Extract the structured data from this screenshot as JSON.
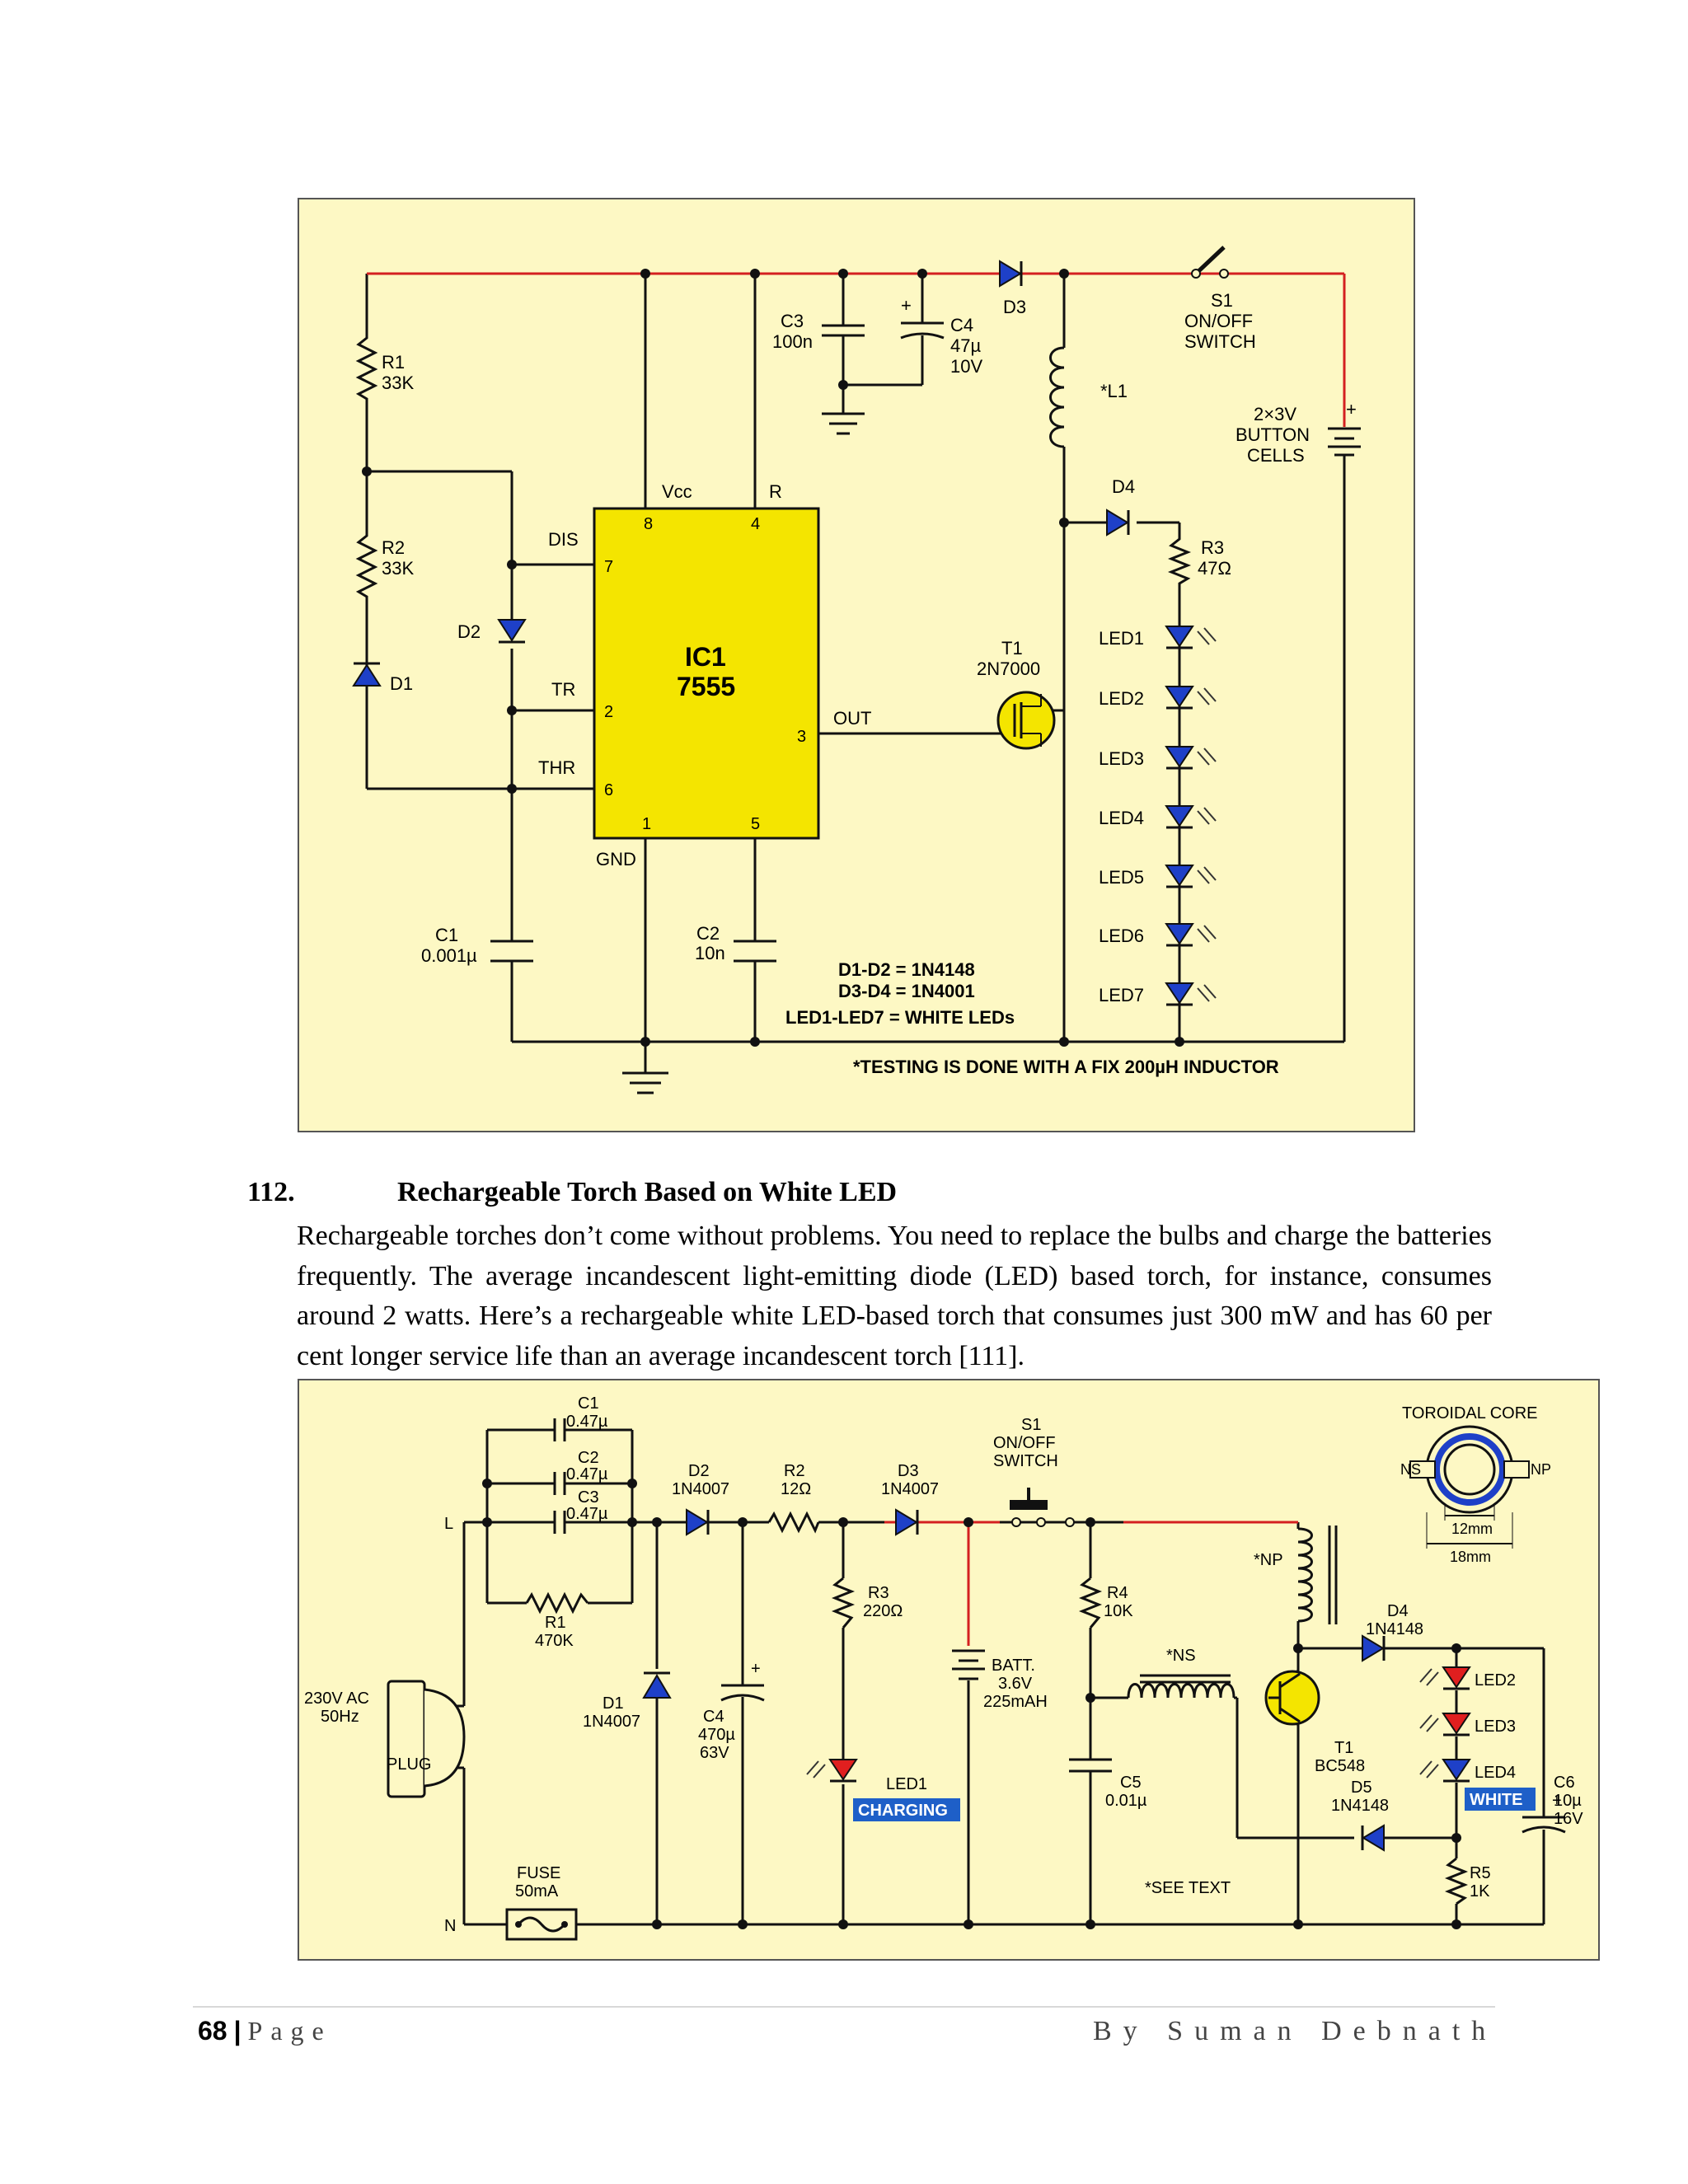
{
  "diagram1": {
    "labels": {
      "r1": "R1",
      "r1v": "33K",
      "r2": "R2",
      "r2v": "33K",
      "d1": "D1",
      "d2": "D2",
      "c1": "C1",
      "c1v": "0.001µ",
      "c2": "C2",
      "c2v": "10n",
      "c3": "C3",
      "c3v": "100n",
      "c4": "C4",
      "c4v": "47µ",
      "c4v2": "10V",
      "d3": "D3",
      "d4": "D4",
      "s1": "S1",
      "s1a": "ON/OFF",
      "s1b": "SWITCH",
      "l1": "*L1",
      "batt1": "2×3V",
      "batt2": "BUTTON",
      "batt3": "CELLS",
      "r3": "R3",
      "r3v": "47Ω",
      "vcc": "Vcc",
      "rpin": "R",
      "dis": "DIS",
      "tr": "TR",
      "thr": "THR",
      "gnd": "GND",
      "out": "OUT",
      "pin8": "8",
      "pin4": "4",
      "pin7": "7",
      "pin2": "2",
      "pin6": "6",
      "pin1": "1",
      "pin5": "5",
      "pin3": "3",
      "ic1": "IC1",
      "ic1v": "7555",
      "t1": "T1",
      "t1v": "2N7000",
      "led1": "LED1",
      "led2": "LED2",
      "led3": "LED3",
      "led4": "LED4",
      "led5": "LED5",
      "led6": "LED6",
      "led7": "LED7",
      "note1": "D1-D2 = 1N4148",
      "note2": "D3-D4 = 1N4001",
      "note3": "LED1-LED7 = WHITE LEDs",
      "note4": "*TESTING IS DONE WITH A FIX 200µH INDUCTOR"
    }
  },
  "article": {
    "number": "112.",
    "title": "Rechargeable Torch Based on White LED",
    "paragraph": "Rechargeable torches don’t come without problems. You need to replace the bulbs and charge the batteries frequently. The average incandescent light-emitting diode (LED) based torch, for instance, consumes around 2 watts. Here’s a rechargeable white LED-based torch that consumes just 300 mW and has 60 per cent longer service life than an average incandescent torch [111]."
  },
  "diagram2": {
    "labels": {
      "c1": "C1",
      "c1v": "0.47µ",
      "c2": "C2",
      "c2v": "0.47µ",
      "c3": "C3",
      "c3v": "0.47µ",
      "r1": "R1",
      "r1v": "470K",
      "l": "L",
      "n": "N",
      "ac1": "230V AC",
      "ac2": "50Hz",
      "plug": "PLUG",
      "fuse": "FUSE",
      "fusev": "50mA",
      "d1": "D1",
      "d1v": "1N4007",
      "d2": "D2",
      "d2v": "1N4007",
      "d3": "D3",
      "d3v": "1N4007",
      "r2": "R2",
      "r2v": "12Ω",
      "c4": "C4",
      "c4v": "470µ",
      "c4v2": "63V",
      "r3": "R3",
      "r3v": "220Ω",
      "led1": "LED1",
      "charging": "CHARGING",
      "s1": "S1",
      "s1a": "ON/OFF",
      "s1b": "SWITCH",
      "batt": "BATT.",
      "battv": "3.6V",
      "battc": "225mAH",
      "r4": "R4",
      "r4v": "10K",
      "c5": "C5",
      "c5v": "0.01µ",
      "np": "*NP",
      "ns": "*NS",
      "t1": "T1",
      "t1v": "BC548",
      "d4": "D4",
      "d4v": "1N4148",
      "d5": "D5",
      "d5v": "1N4148",
      "led2": "LED2",
      "led3": "LED3",
      "led4": "LED4",
      "white": "WHITE",
      "r5": "R5",
      "r5v": "1K",
      "c6": "C6",
      "c6v": "10µ",
      "c6v2": "16V",
      "core": "TOROIDAL CORE",
      "nsl": "NS",
      "npl": "NP",
      "d12": "12mm",
      "d18": "18mm",
      "seetext": "*SEE TEXT"
    }
  },
  "footer": {
    "page_number": "68",
    "separator": "|",
    "page_word": "Page",
    "author": "By Suman Debnath"
  }
}
